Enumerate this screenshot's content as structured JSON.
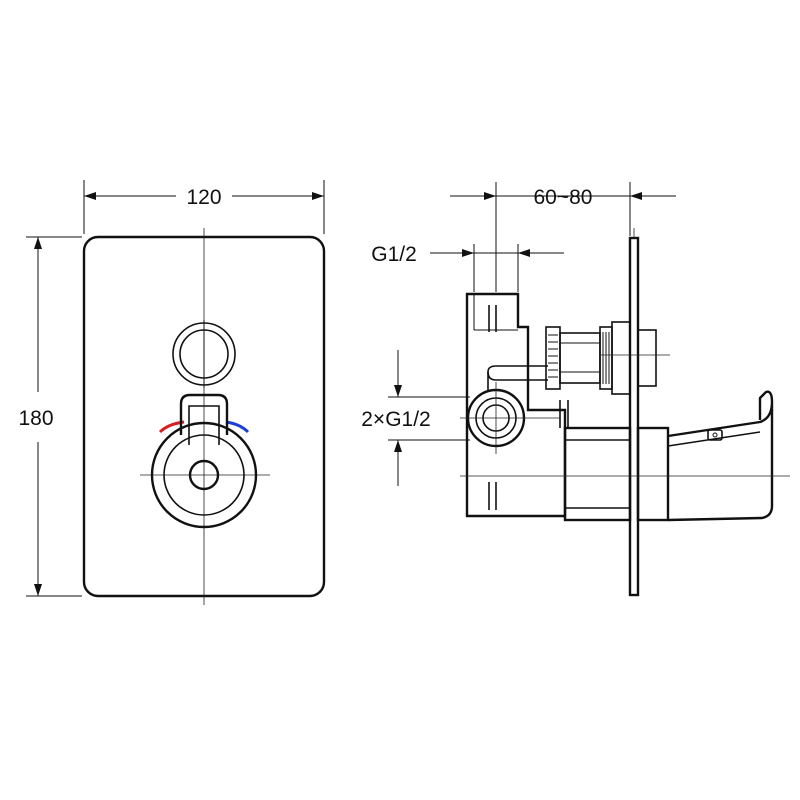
{
  "dimensions": {
    "width": "120",
    "height": "180",
    "depth": "60~80",
    "inlet_top": "G1/2",
    "inlets_side": "2×G1/2"
  },
  "colors": {
    "hot": "#d81e1e",
    "cold": "#1e3fd8",
    "line": "#111111"
  }
}
